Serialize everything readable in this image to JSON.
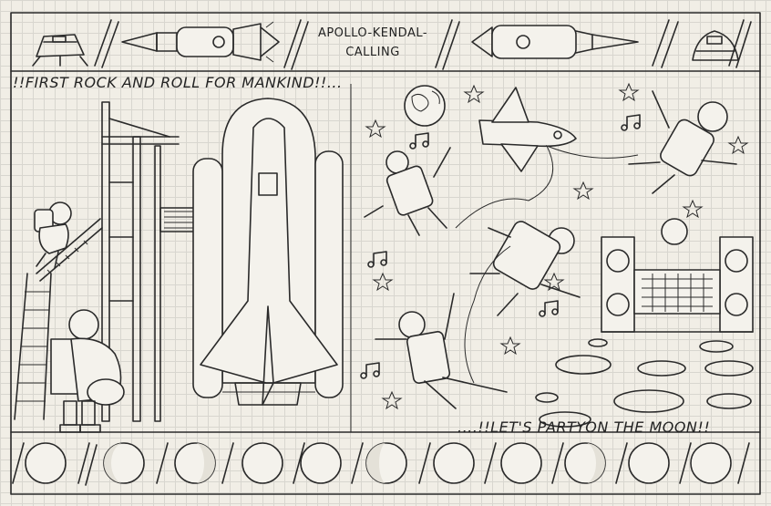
{
  "header": {
    "title_line_1": "APOLLO-KENDAL-",
    "title_line_2": "CALLING"
  },
  "captions": {
    "left": "!!FIRST ROCK AND ROLL FOR MANKIND!!...",
    "right": "....!!LET'S PARTYON THE MOON!!"
  },
  "colors": {
    "ink": "#2a2a2a",
    "paper": "#f1eee6",
    "grid": "#d8d6cf"
  },
  "icons": [
    "planet-earth-icon",
    "space-shuttle-icon",
    "music-note-icon",
    "star-icon",
    "lunar-module-icon",
    "apollo-capsule-icon"
  ]
}
